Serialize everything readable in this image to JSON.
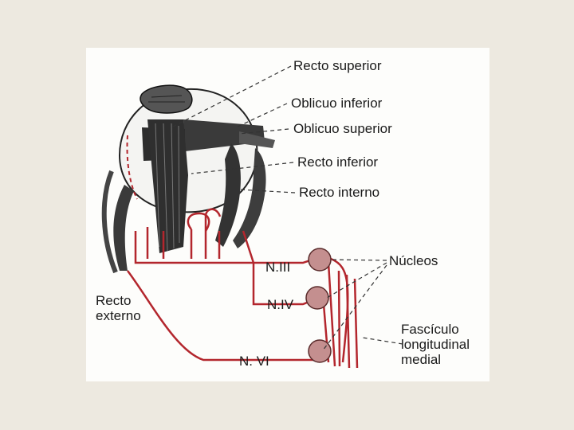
{
  "labels": {
    "recto_superior": "Recto superior",
    "oblicuo_inferior": "Oblicuo inferior",
    "oblicuo_superior": "Oblicuo superior",
    "recto_inferior": "Recto inferior",
    "recto_interno": "Recto interno",
    "nucleos": "Núcleos",
    "n_iii": "N.III",
    "n_iv": "N.IV",
    "n_vi": "N. VI",
    "recto_externo": [
      "Recto",
      "externo"
    ],
    "fasciculo": [
      "Fascículo",
      "longitudinal",
      "medial"
    ]
  },
  "colors": {
    "background": "#ede9e0",
    "panel": "#fdfdfb",
    "nerve": "#b3262d",
    "nucleus": "#c48f8f",
    "muscle": "#3a3a3a",
    "text": "#1a1a1a"
  }
}
